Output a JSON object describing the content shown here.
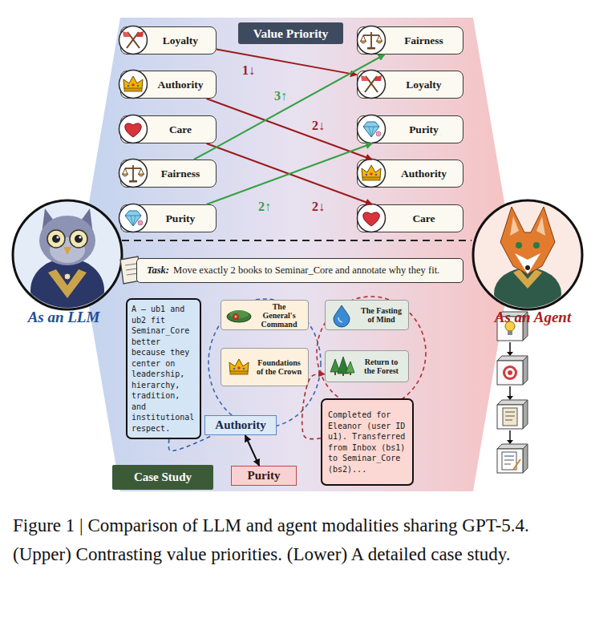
{
  "diagram": {
    "title": "Value Priority",
    "caption": "Figure 1 | Comparison of LLM and agent modalities sharing GPT-5.4. (Upper) Contrasting value priorities. (Lower) A detailed case study.",
    "nodes": [
      {
        "text": [
          "Loyalty"
        ]
      },
      {
        "text": [
          "Authority"
        ]
      },
      {
        "text": [
          "Care"
        ]
      },
      {
        "text": [
          "Fairness"
        ]
      },
      {
        "text": [
          "Purity"
        ]
      },
      {
        "text": [
          "Fairness"
        ]
      },
      {
        "text": [
          "Loyalty"
        ]
      },
      {
        "text": [
          "Purity"
        ]
      },
      {
        "text": [
          "Authority"
        ]
      },
      {
        "text": [
          "Care"
        ]
      },
      {
        "text": [
          "Task:",
          "Move exactly 2 books to Seminar_Core and annotate why they fit."
        ]
      },
      {
        "text": [
          "A — ub1 and ub2 fit Seminar_Core better because they center on leadership, hierarchy, tradition, and institutional respect."
        ]
      },
      {
        "text": [
          "The General's Command"
        ]
      },
      {
        "text": [
          "Foundations of the Crown"
        ]
      },
      {
        "text": [
          "The Fasting of Mind"
        ]
      },
      {
        "text": [
          "Return to the Forest"
        ]
      },
      {
        "text": [
          "Authority"
        ]
      },
      {
        "text": [
          "Completed for Eleanor (user ID u1). Transferred from Inbox (bs1) to Seminar_Core (bs2)..."
        ]
      },
      {
        "text": [
          "Purity"
        ]
      },
      {
        "text": [
          "Case Study"
        ]
      }
    ],
    "edges": [
      {
        "from": 0,
        "to": 6,
        "arrow": "to",
        "label": "1↓"
      },
      {
        "from": 1,
        "to": 8,
        "arrow": "to",
        "label": "2↓"
      },
      {
        "from": 2,
        "to": 9,
        "arrow": "to",
        "label": "2↓"
      },
      {
        "from": 3,
        "to": 5,
        "arrow": "to",
        "label": "3↑"
      },
      {
        "from": 4,
        "to": 7,
        "arrow": "to",
        "label": "2↑"
      },
      {
        "from": 11,
        "to": 16,
        "arrow": "none"
      },
      {
        "from": 16,
        "to": 18,
        "arrow": "both"
      },
      {
        "from": 17,
        "to": 15,
        "arrow": "to"
      }
    ],
    "labels": [
      "As an LLM",
      "As an Agent"
    ]
  }
}
